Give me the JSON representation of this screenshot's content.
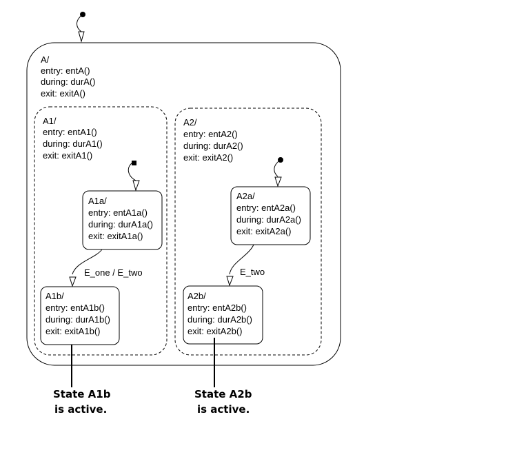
{
  "states": {
    "A": {
      "name": "A/",
      "entry": "entry: entA()",
      "during": "during: durA()",
      "exit": "exit: exitA()"
    },
    "A1": {
      "name": "A1/",
      "entry": "entry: entA1()",
      "during": "during: durA1()",
      "exit": "exit: exitA1()"
    },
    "A2": {
      "name": "A2/",
      "entry": "entry: entA2()",
      "during": "during: durA2()",
      "exit": "exit: exitA2()"
    },
    "A1a": {
      "name": "A1a/",
      "entry": "entry: entA1a()",
      "during": "during: durA1a()",
      "exit": "exit: exitA1a()"
    },
    "A1b": {
      "name": "A1b/",
      "entry": "entry: entA1b()",
      "during": "during: durA1b()",
      "exit": "exit: exitA1b()"
    },
    "A2a": {
      "name": "A2a/",
      "entry": "entry: entA2a()",
      "during": "during: durA2a()",
      "exit": "exit: exitA2a()"
    },
    "A2b": {
      "name": "A2b/",
      "entry": "entry: entA2b()",
      "during": "during: durA2b()",
      "exit": "exit: exitA2b()"
    }
  },
  "transitions": {
    "A1": "E_one / E_two",
    "A2": "E_two"
  },
  "callouts": {
    "A1b": {
      "line1": "State A1b",
      "line2": "is active."
    },
    "A2b": {
      "line1": "State A2b",
      "line2": "is active."
    }
  }
}
